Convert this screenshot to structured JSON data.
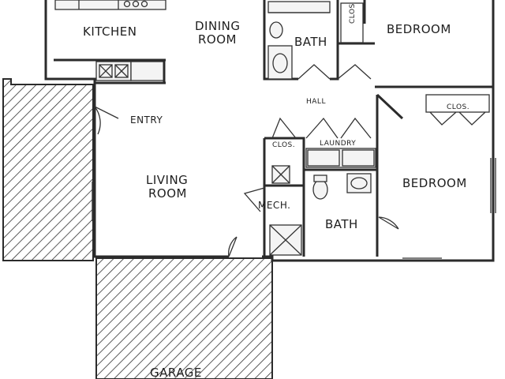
{
  "rooms": {
    "kitchen": "KITCHEN",
    "dining_line1": "DINING",
    "dining_line2": "ROOM",
    "bath_top": "BATH",
    "closet_top": "CLOS",
    "bedroom_top": "BEDROOM",
    "entry": "ENTRY",
    "hall": "HALL",
    "closet_hall": "CLOS.",
    "closet_small": "CLOS.",
    "laundry": "LAUNDRY",
    "bedroom_right": "BEDROOM",
    "living_line1": "LIVING",
    "living_line2": "ROOM",
    "mech": "MECH.",
    "bath_bottom": "BATH",
    "garage": "GARAGE"
  }
}
